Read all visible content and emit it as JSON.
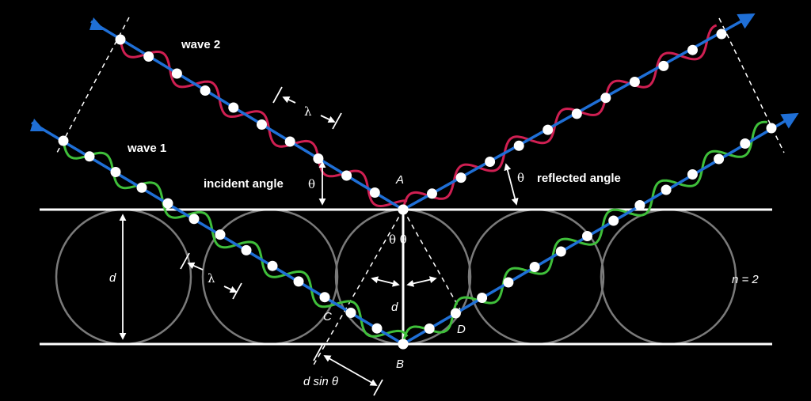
{
  "labels": {
    "wave1": "wave 1",
    "wave2": "wave 2",
    "incident": "incident angle",
    "reflected": "reflected angle",
    "pointA": "A",
    "pointB": "B",
    "pointC": "C",
    "pointD": "D",
    "theta": "θ",
    "theta_pair": "θ θ",
    "lambda": "λ",
    "d": "d",
    "dsin": "d sin θ",
    "order": "n = 2"
  },
  "colors": {
    "background": "#000000",
    "ray": "#1f6fd6",
    "wave1": "#3fbf3a",
    "wave2": "#cf1f52",
    "plane": "#ffffff",
    "atom": "#7a7a7a",
    "node": "#ffffff"
  }
}
